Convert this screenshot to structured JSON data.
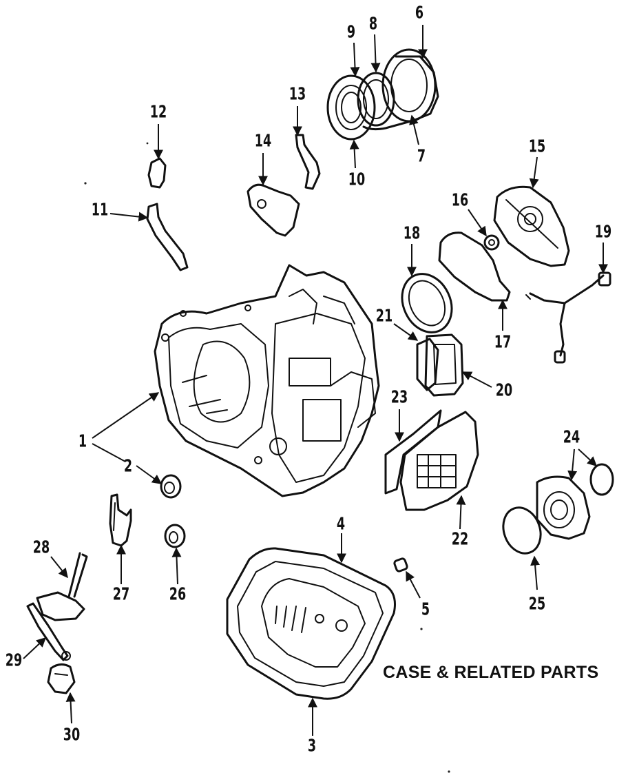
{
  "caption": "CASE & RELATED PARTS",
  "callouts": {
    "c1": "1",
    "c2": "2",
    "c3": "3",
    "c4": "4",
    "c5": "5",
    "c6": "6",
    "c7": "7",
    "c8": "8",
    "c9": "9",
    "c10": "10",
    "c11": "11",
    "c12": "12",
    "c13": "13",
    "c14": "14",
    "c15": "15",
    "c16": "16",
    "c17": "17",
    "c18": "18",
    "c19": "19",
    "c20": "20",
    "c21": "21",
    "c22": "22",
    "c23": "23",
    "c24": "24",
    "c25": "25",
    "c26": "26",
    "c27": "27",
    "c28": "28",
    "c29": "29",
    "c30": "30"
  }
}
